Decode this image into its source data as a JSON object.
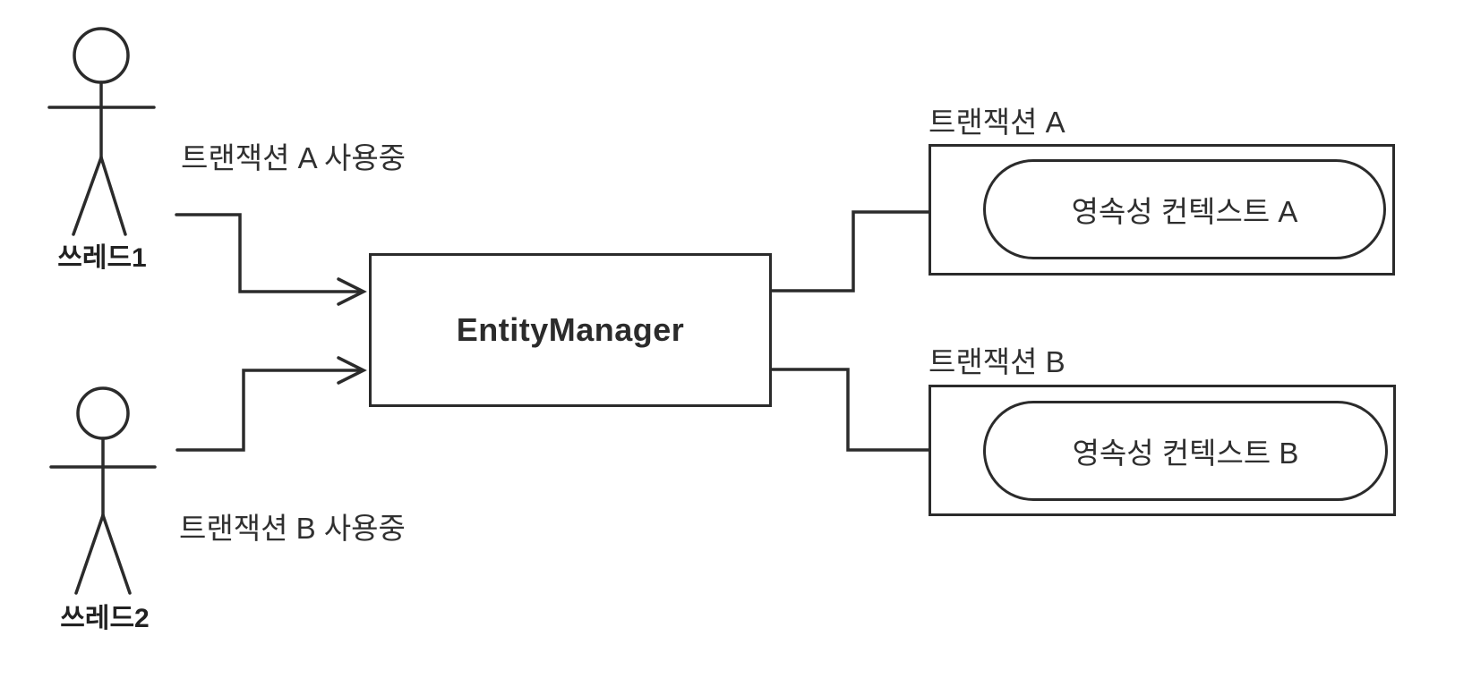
{
  "diagram": {
    "background_color": "#ffffff",
    "stroke_color": "#2b2b2b",
    "text_color": "#2b2b2b",
    "actors": [
      {
        "id": "thread1",
        "label": "쓰레드1",
        "status_label": "트랜잭션 A 사용중"
      },
      {
        "id": "thread2",
        "label": "쓰레드2",
        "status_label": "트랜잭션 B 사용중"
      }
    ],
    "entity_manager": {
      "label": "EntityManager"
    },
    "transactions": [
      {
        "id": "A",
        "label": "트랜잭션 A",
        "context_label": "영속성 컨텍스트 A"
      },
      {
        "id": "B",
        "label": "트랜잭션 B",
        "context_label": "영속성 컨텍스트 B"
      }
    ]
  }
}
